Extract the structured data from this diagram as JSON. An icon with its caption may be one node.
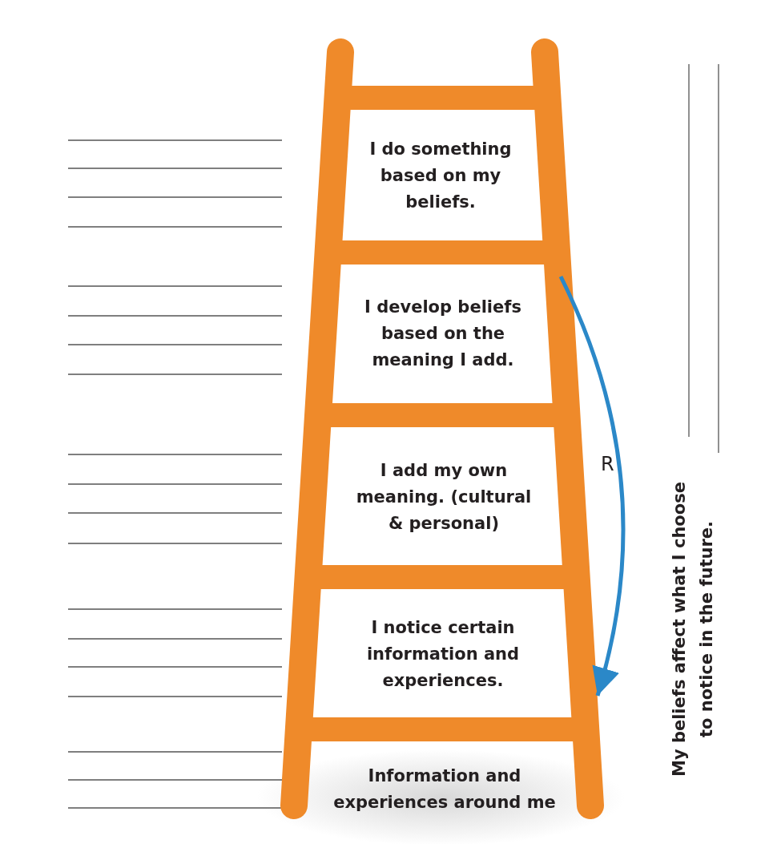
{
  "diagram": {
    "nodes": [
      {
        "text": [
          "I do something based on my beliefs."
        ]
      },
      {
        "text": [
          "I develop beliefs based on the meaning I add."
        ]
      },
      {
        "text": [
          "I add my own meaning. (cultural & personal)"
        ]
      },
      {
        "text": [
          "I notice certain information and experiences."
        ]
      },
      {
        "text": [
          "Information and experiences around me"
        ]
      }
    ],
    "edges": [
      {
        "from": 1,
        "to": 3,
        "arrow": "to",
        "label": "R",
        "color": "#2b88c8"
      }
    ],
    "labels": [
      "My beliefs affect what I choose to notice in the future."
    ]
  }
}
